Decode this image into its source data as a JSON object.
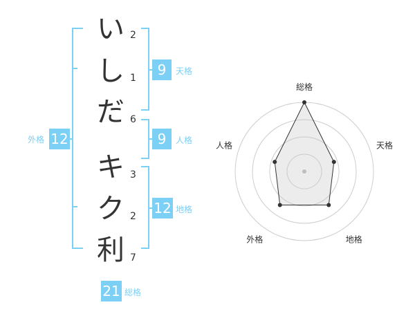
{
  "name_chars": [
    {
      "char": "い",
      "strokes": "2"
    },
    {
      "char": "し",
      "strokes": "1"
    },
    {
      "char": "だ",
      "strokes": "6"
    },
    {
      "char": "キ",
      "strokes": "3"
    },
    {
      "char": "ク",
      "strokes": "2"
    },
    {
      "char": "利",
      "strokes": "7"
    }
  ],
  "kakusu": {
    "tenkaku": {
      "value": "9",
      "label": "天格"
    },
    "jinkaku": {
      "value": "9",
      "label": "人格"
    },
    "chikaku": {
      "value": "12",
      "label": "地格"
    },
    "gaikaku": {
      "value": "12",
      "label": "外格"
    },
    "soukaku": {
      "value": "21",
      "label": "総格"
    }
  },
  "colors": {
    "accent": "#7ccff5",
    "text": "#333333",
    "grid": "#cccccc"
  },
  "chart_data": {
    "type": "radar",
    "axes": [
      "総格",
      "天格",
      "地格",
      "外格",
      "人格"
    ],
    "values": [
      21,
      9,
      12,
      12,
      9
    ]
  }
}
